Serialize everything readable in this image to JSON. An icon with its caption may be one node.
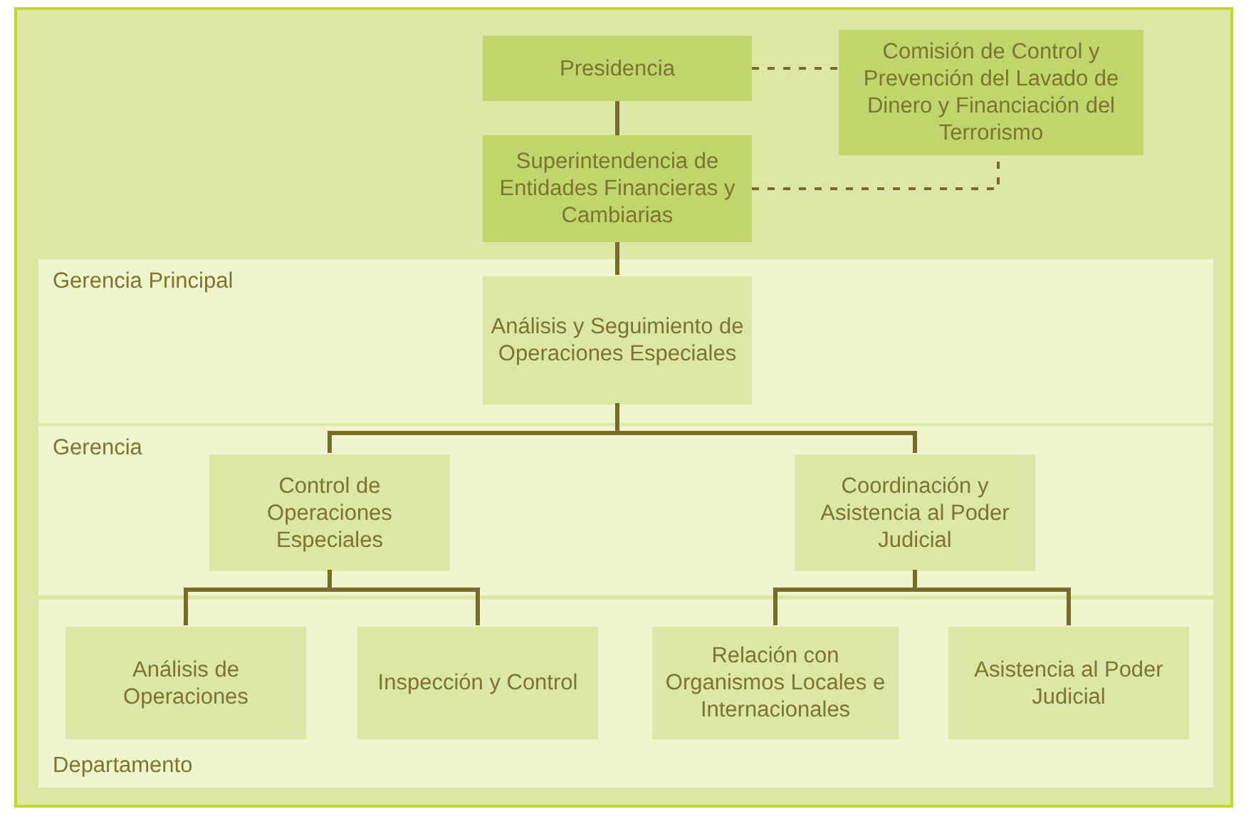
{
  "diagram": {
    "nodes": [
      {
        "text": [
          "Presidencia"
        ]
      },
      {
        "text": [
          "Comisión de Control y Prevención del Lavado de Dinero y Financiación del Terrorismo"
        ]
      },
      {
        "text": [
          "Superintendencia de Entidades Financieras y Cambiarias"
        ]
      },
      {
        "text": [
          "Gerencia Principal"
        ]
      },
      {
        "text": [
          "Análisis y Seguimiento de Operaciones Especiales"
        ],
        "in": 3
      },
      {
        "text": [
          "Gerencia"
        ]
      },
      {
        "text": [
          "Control de Operaciones Especiales"
        ],
        "in": 5
      },
      {
        "text": [
          "Coordinación y Asistencia al Poder Judicial"
        ],
        "in": 5
      },
      {
        "text": [
          "Departamento"
        ]
      },
      {
        "text": [
          "Análisis de Operaciones"
        ],
        "in": 8
      },
      {
        "text": [
          "Inspección y Control"
        ],
        "in": 8
      },
      {
        "text": [
          "Relación con Organismos Locales e Internacionales"
        ],
        "in": 8
      },
      {
        "text": [
          "Asistencia al Poder Judicial"
        ],
        "in": 8
      }
    ],
    "edges": [
      {
        "from": 0,
        "to": 2,
        "arrow": "none"
      },
      {
        "from": 0,
        "to": 1,
        "arrow": "none",
        "style": "dashed"
      },
      {
        "from": 2,
        "to": 1,
        "arrow": "none",
        "style": "dashed"
      },
      {
        "from": 2,
        "to": 4,
        "arrow": "none"
      },
      {
        "from": 4,
        "to": 6,
        "arrow": "none"
      },
      {
        "from": 4,
        "to": 7,
        "arrow": "none"
      },
      {
        "from": 6,
        "to": 9,
        "arrow": "none"
      },
      {
        "from": 6,
        "to": 10,
        "arrow": "none"
      },
      {
        "from": 7,
        "to": 11,
        "arrow": "none"
      },
      {
        "from": 7,
        "to": 12,
        "arrow": "none"
      }
    ]
  }
}
